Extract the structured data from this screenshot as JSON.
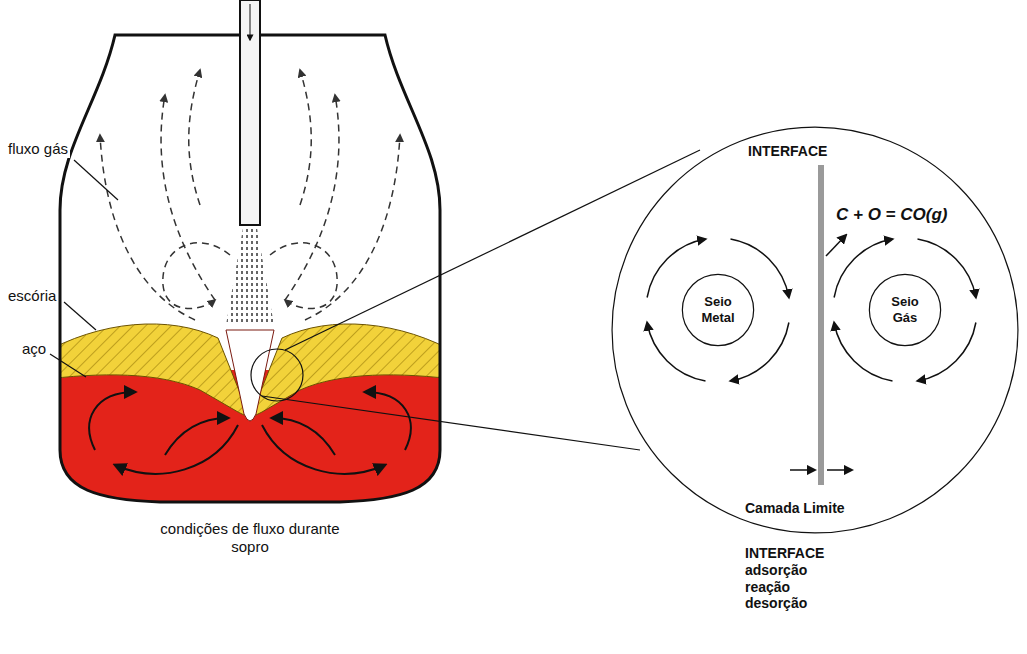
{
  "diagram": {
    "nodes": [
      {
        "text": [
          "INTERFACE",
          "C + O = CO(g)",
          "Camada Limite"
        ]
      },
      {
        "text": [
          "Seio Metal"
        ],
        "in": 0
      },
      {
        "text": [
          "Seio Gás"
        ],
        "in": 0
      }
    ],
    "labels": [
      "fluxo gás",
      "escória",
      "aço",
      "condições de fluxo durante sopro",
      "INTERFACE adsorção reação desorção"
    ]
  }
}
